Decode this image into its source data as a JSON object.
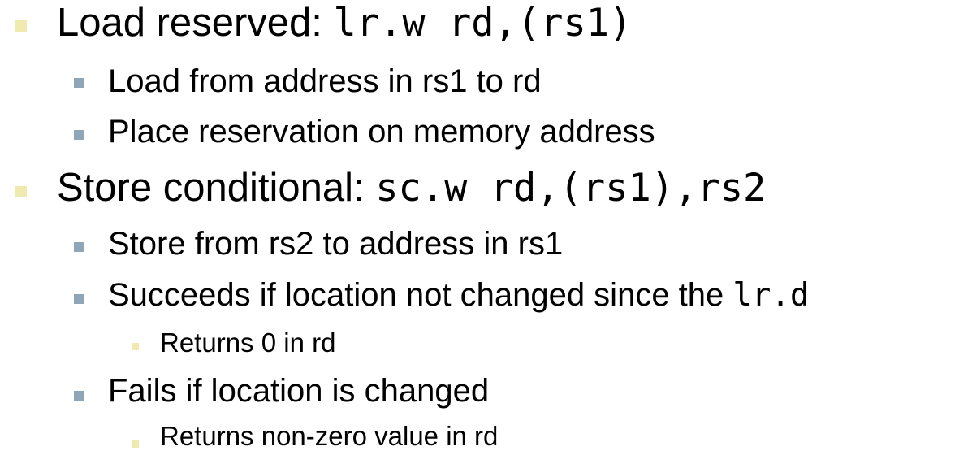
{
  "colors": {
    "bullet_level1": "#f0eab0",
    "bullet_level2": "#8fa6b8",
    "bullet_level3": "#f0eab0",
    "text": "#000000"
  },
  "items": [
    {
      "level": 1,
      "text": "Load reserved: ",
      "code": "lr.w rd,(rs1)"
    },
    {
      "level": 2,
      "text": "Load from address in rs1 to rd",
      "code": ""
    },
    {
      "level": 2,
      "text": "Place reservation on memory address",
      "code": ""
    },
    {
      "level": 1,
      "text": "Store conditional: ",
      "code": "sc.w rd,(rs1),rs2"
    },
    {
      "level": 2,
      "text": "Store from rs2 to address in rs1",
      "code": ""
    },
    {
      "level": 2,
      "text": "Succeeds if location not changed since the ",
      "code": "lr.d"
    },
    {
      "level": 3,
      "text": "Returns 0 in rd",
      "code": ""
    },
    {
      "level": 2,
      "text": "Fails if location is changed",
      "code": ""
    },
    {
      "level": 3,
      "text": "Returns non-zero value in rd",
      "code": ""
    }
  ]
}
